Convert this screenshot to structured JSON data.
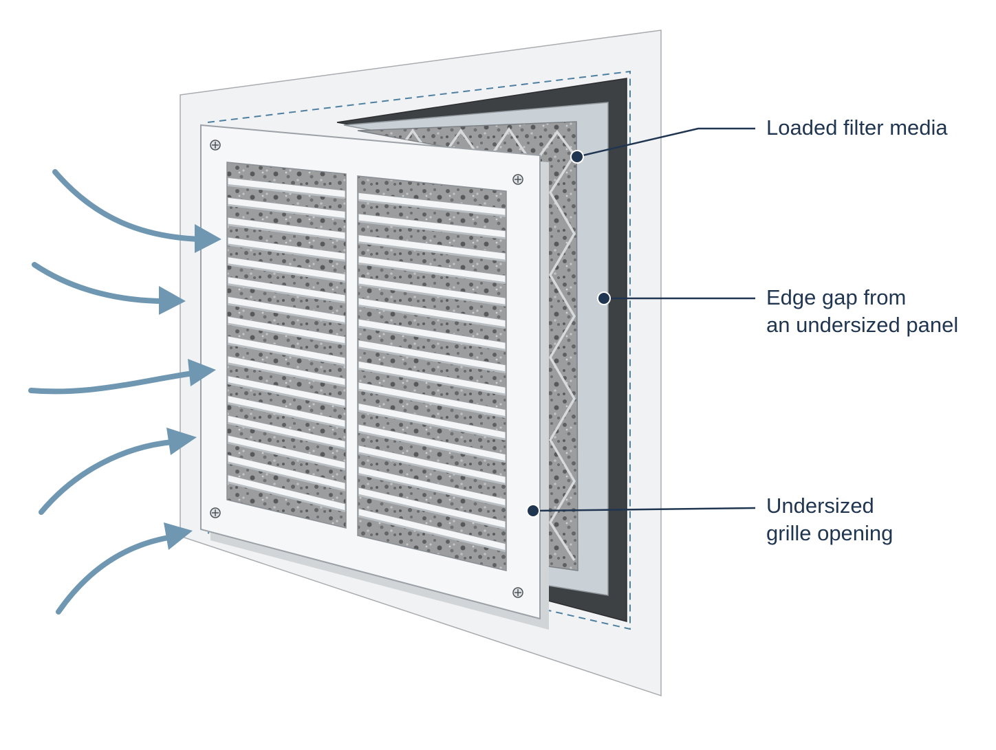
{
  "callouts": [
    {
      "id": "loaded-filter-media",
      "lines": [
        "Loaded filter media"
      ]
    },
    {
      "id": "edge-gap",
      "lines": [
        "Edge gap from",
        "an undersized panel"
      ]
    },
    {
      "id": "undersized-grille-opening",
      "lines": [
        "Undersized",
        "grille opening"
      ]
    }
  ],
  "airflow": {
    "arrow_count": 5,
    "color": "#6f97b2"
  },
  "colors": {
    "wall": "#f1f2f3",
    "wall_edge": "#a8acb0",
    "dark_frame": "#3e4144",
    "filter_frame": "#c9d0d6",
    "filter_media": "#9a9b9d",
    "grille": "#f6f7f8",
    "dashed_outline": "#4d7fa0",
    "callout": "#1f3550"
  },
  "icons": [
    "screw-icon",
    "airflow-arrow-icon",
    "callout-dot-icon"
  ]
}
